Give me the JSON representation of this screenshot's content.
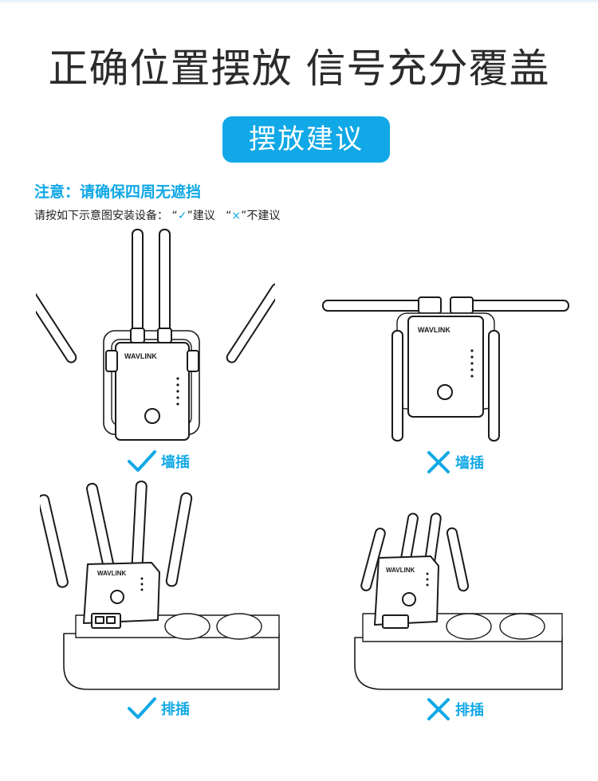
{
  "main_title": "正确位置摆放 信号充分覆盖",
  "badge_label": "摆放建议",
  "notice": "注意：请确保四周无遮挡",
  "guide": {
    "prefix": "请按如下示意图安装设备：",
    "open_quote": "“",
    "check_glyph": "✓",
    "close_quote": "”",
    "recommended": "建议",
    "cross_glyph": "×",
    "not_recommended": "不建议"
  },
  "brand": "WAVLINK",
  "panels": [
    {
      "caption": "墙插",
      "verdict": "recommended",
      "icon": "check-icon"
    },
    {
      "caption": "墙插",
      "verdict": "not-recommended",
      "icon": "cross-icon"
    },
    {
      "caption": "排插",
      "verdict": "recommended",
      "icon": "check-icon"
    },
    {
      "caption": "排插",
      "verdict": "not-recommended",
      "icon": "cross-icon"
    }
  ],
  "colors": {
    "accent": "#10a8e6",
    "title": "#2b2b2b",
    "line": "#1a1a1a"
  }
}
